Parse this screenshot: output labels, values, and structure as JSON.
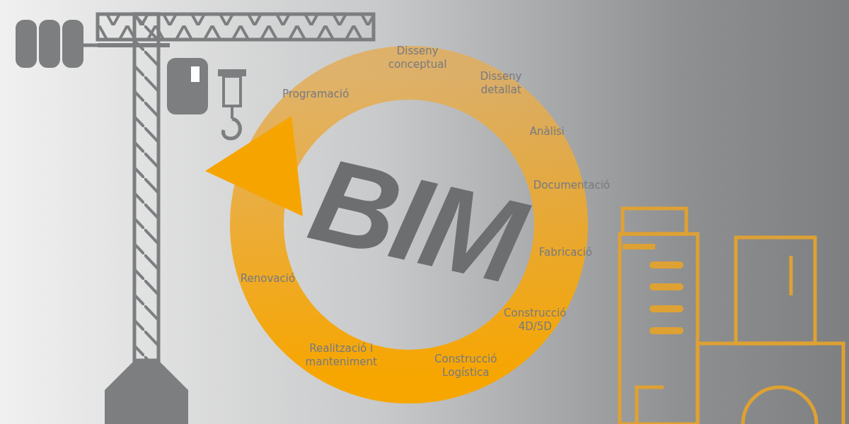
{
  "diagram": {
    "labels": [
      "BIM",
      "Programació",
      "Disseny conceptual",
      "Disseny detallat",
      "Anàlisi",
      "Documentació",
      "Fabricació",
      "Construcció 4D/5D",
      "Construcció Logística",
      "Realització i manteniment",
      "Renovació"
    ]
  }
}
